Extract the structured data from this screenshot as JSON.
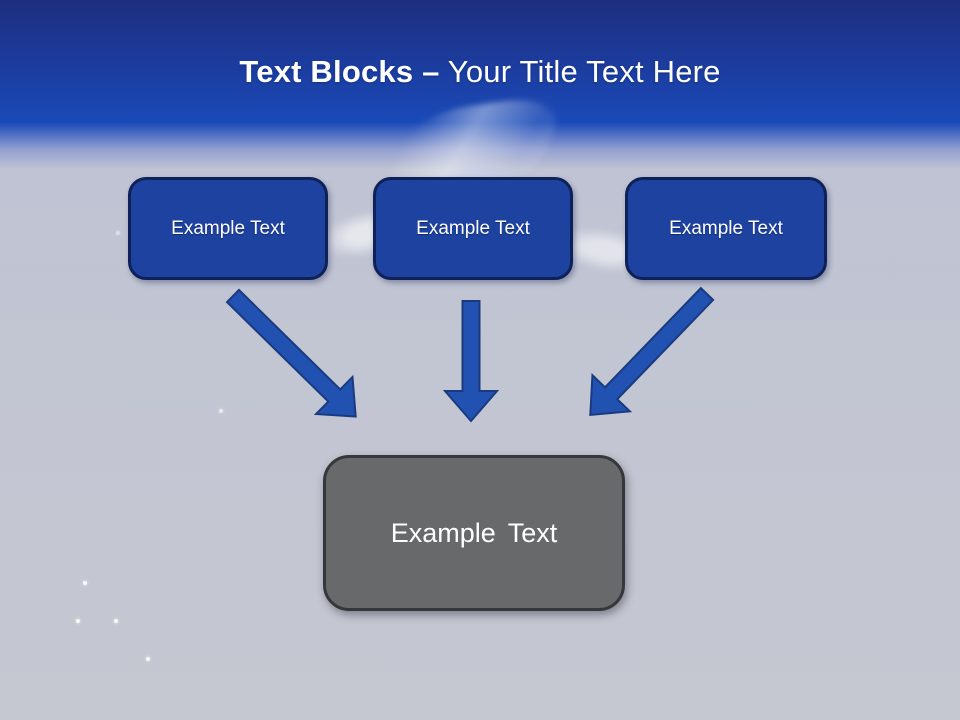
{
  "slide": {
    "title": {
      "bold": "Text Blocks –",
      "regular": " Your Title Text Here"
    },
    "source_boxes": [
      {
        "label": "Example Text"
      },
      {
        "label": "Example Text"
      },
      {
        "label": "Example Text"
      }
    ],
    "target_box": {
      "label": "Example Text"
    },
    "arrows": [
      {
        "direction": "down-right",
        "from": "source-box-1",
        "to": "target-box"
      },
      {
        "direction": "down",
        "from": "source-box-2",
        "to": "target-box"
      },
      {
        "direction": "down-left",
        "from": "source-box-3",
        "to": "target-box"
      }
    ],
    "colors": {
      "title": "#ffffff",
      "header-top": "#1f2e7e",
      "header-blue": "#1a4ab8",
      "canvas": "#c3c6d2",
      "box-fill": "#1d42a0",
      "box-border": "#0f2257",
      "box-text": "#ffffff",
      "arrow-fill": "#2152b2",
      "arrow-border": "#1a3a80",
      "target-fill": "#68696b",
      "target-border": "#35383b",
      "target-text": "#ffffff"
    }
  }
}
